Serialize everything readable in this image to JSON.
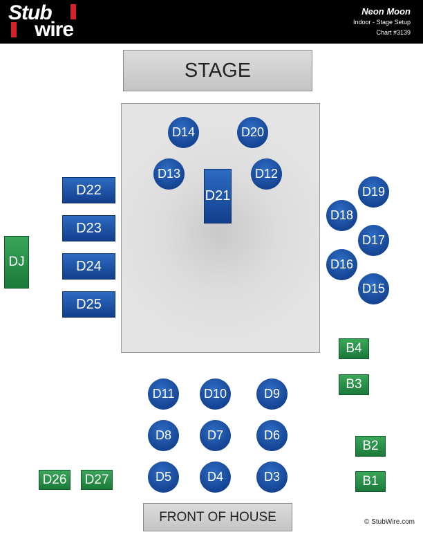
{
  "brand": {
    "logo_top": "Stub",
    "logo_bottom": "wire"
  },
  "event": {
    "title": "Neon Moon",
    "subtitle": "Indoor - Stage Setup",
    "chart": "Chart #3139"
  },
  "areas": {
    "stage": "STAGE",
    "front_of_house": "FRONT OF HOUSE"
  },
  "sections": {
    "d14": "D14",
    "d20": "D20",
    "d13": "D13",
    "d12": "D12",
    "d21": "D21",
    "d22": "D22",
    "d23": "D23",
    "d24": "D24",
    "d25": "D25",
    "d19": "D19",
    "d18": "D18",
    "d17": "D17",
    "d16": "D16",
    "d15": "D15",
    "d11": "D11",
    "d10": "D10",
    "d9": "D9",
    "d8": "D8",
    "d7": "D7",
    "d6": "D6",
    "d5": "D5",
    "d4": "D4",
    "d3": "D3",
    "d26": "D26",
    "d27": "D27",
    "dj": "DJ",
    "b4": "B4",
    "b3": "B3",
    "b2": "B2",
    "b1": "B1"
  },
  "colors": {
    "deck_blue": "#1f55a8",
    "booth_green": "#2a9048",
    "header": "#000000"
  },
  "copyright": "© StubWire.com"
}
